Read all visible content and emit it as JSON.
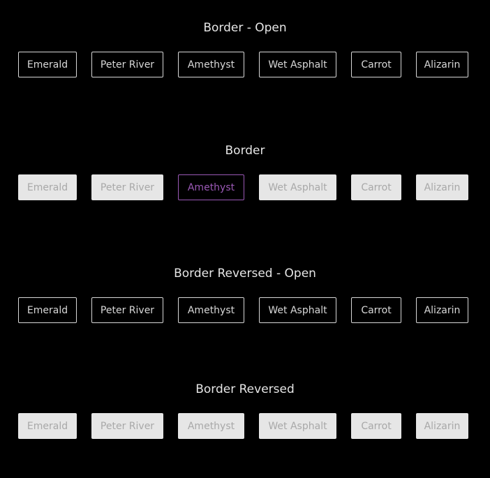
{
  "sections": [
    {
      "title": "Border - Open",
      "buttons": [
        "Emerald",
        "Peter River",
        "Amethyst",
        "Wet Asphalt",
        "Carrot",
        "Alizarin"
      ]
    },
    {
      "title": "Border",
      "buttons": [
        "Emerald",
        "Peter River",
        "Amethyst",
        "Wet Asphalt",
        "Carrot",
        "Alizarin"
      ]
    },
    {
      "title": "Border Reversed - Open",
      "buttons": [
        "Emerald",
        "Peter River",
        "Amethyst",
        "Wet Asphalt",
        "Carrot",
        "Alizarin"
      ]
    },
    {
      "title": "Border Reversed",
      "buttons": [
        "Emerald",
        "Peter River",
        "Amethyst",
        "Wet Asphalt",
        "Carrot",
        "Alizarin"
      ]
    }
  ],
  "colors": {
    "background": "#000000",
    "outline": "#d8d8d8",
    "filled_bg": "#e6e6e6",
    "filled_text": "#a8a8a8",
    "amethyst": "#9b59b6"
  }
}
